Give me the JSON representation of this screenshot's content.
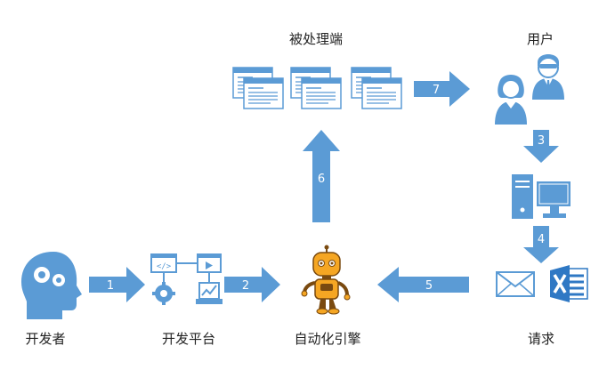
{
  "labels": {
    "developer": "开发者",
    "dev_platform": "开发平台",
    "engine": "自动化引擎",
    "request": "请求",
    "processed_end": "被处理端",
    "user": "用户"
  },
  "steps": [
    "1",
    "2",
    "3",
    "4",
    "5",
    "6",
    "7"
  ],
  "colors": {
    "accent": "#5b9bd5",
    "text": "#222222",
    "robot": "#f5a623",
    "robot_dark": "#7a4a10",
    "excel": "#2f78c4"
  },
  "icons": {
    "developer": "head-gears-icon",
    "dev_platform": "code-play-gear-chart-icon",
    "engine": "robot-icon",
    "request": "mail-and-excel-icon",
    "computer": "desktop-computer-icon",
    "user": "two-users-icon",
    "processed_end": "document-windows-icon"
  }
}
